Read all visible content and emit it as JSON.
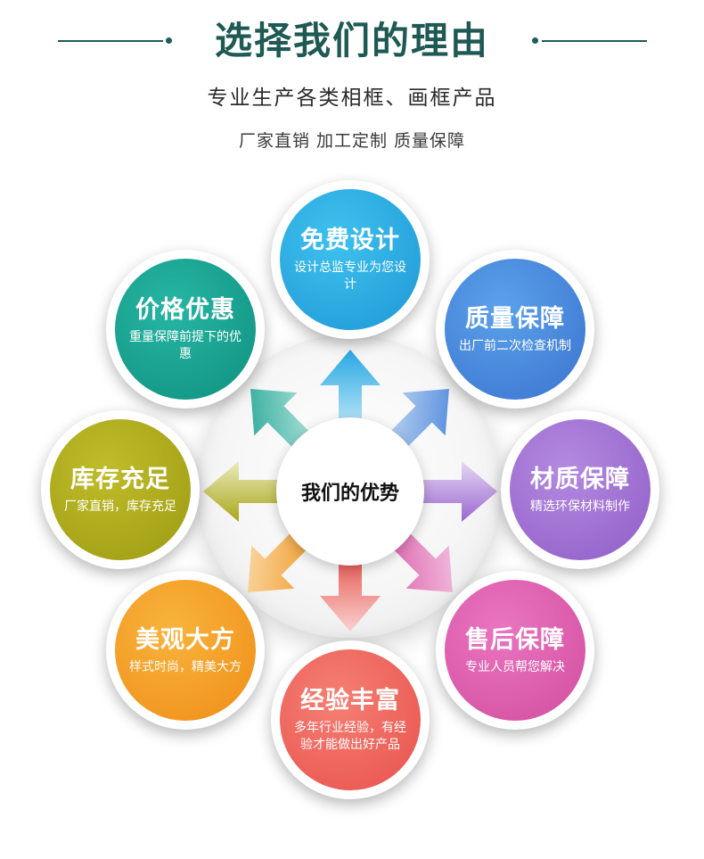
{
  "header": {
    "title": "选择我们的理由",
    "subtitle": "专业生产各类相框、画框产品",
    "tagline": "厂家直销 加工定制 质量保障"
  },
  "center": {
    "label": "我们的优势"
  },
  "features": [
    {
      "title": "免费设计",
      "desc": "设计总监专业为您设计",
      "color": "#29a9e3"
    },
    {
      "title": "质量保障",
      "desc": "出厂前二次检查机制",
      "color": "#4a86dc"
    },
    {
      "title": "材质保障",
      "desc": "精选环保材料制作",
      "color": "#a172d4"
    },
    {
      "title": "售后保障",
      "desc": "专业人员帮您解决",
      "color": "#de5fb0"
    },
    {
      "title": "经验丰富",
      "desc": "多年行业经验，有经验才能做出好产品",
      "color": "#ef6760"
    },
    {
      "title": "美观大方",
      "desc": "样式时尚，精美大方",
      "color": "#f3a02a"
    },
    {
      "title": "库存充足",
      "desc": "厂家直销，库存充足",
      "color": "#adab1d"
    },
    {
      "title": "价格优惠",
      "desc": "重量保障前提下的优惠",
      "color": "#1aa392"
    }
  ]
}
